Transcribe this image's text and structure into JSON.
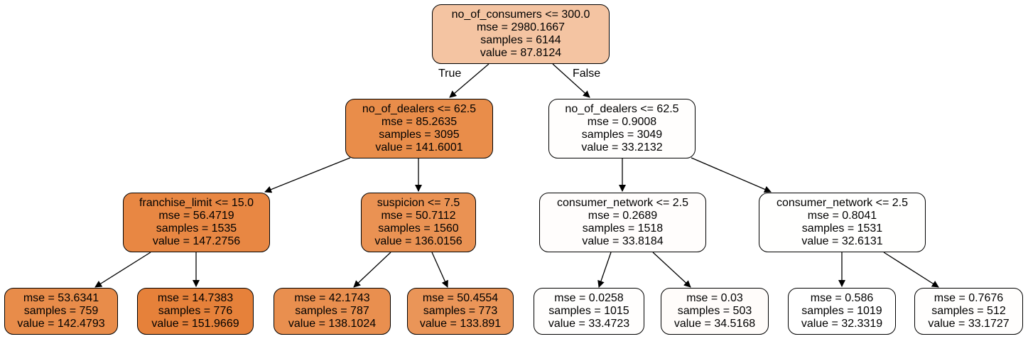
{
  "edge_labels": {
    "true": "True",
    "false": "False"
  },
  "nodes": [
    {
      "id": "n0",
      "fill": "#f4c4a2",
      "lines": [
        "no_of_consumers <= 300.0",
        "mse = 2980.1667",
        "samples = 6144",
        "value = 87.8124"
      ]
    },
    {
      "id": "n1",
      "fill": "#e98d4a",
      "lines": [
        "no_of_dealers <= 62.5",
        "mse = 85.2635",
        "samples = 3095",
        "value = 141.6001"
      ]
    },
    {
      "id": "n2",
      "fill": "#fffefd",
      "lines": [
        "no_of_dealers <= 62.5",
        "mse = 0.9008",
        "samples = 3049",
        "value = 33.2132"
      ]
    },
    {
      "id": "n3",
      "fill": "#e88743",
      "lines": [
        "franchise_limit <= 15.0",
        "mse = 56.4719",
        "samples = 1535",
        "value = 147.2756"
      ]
    },
    {
      "id": "n4",
      "fill": "#ea9253",
      "lines": [
        "suspicion <= 7.5",
        "mse = 50.7112",
        "samples = 1560",
        "value = 136.0156"
      ]
    },
    {
      "id": "n5",
      "fill": "#fffdfc",
      "lines": [
        "consumer_network <= 2.5",
        "mse = 0.2689",
        "samples = 1518",
        "value = 33.8184"
      ]
    },
    {
      "id": "n6",
      "fill": "#fffffe",
      "lines": [
        "consumer_network <= 2.5",
        "mse = 0.8041",
        "samples = 1531",
        "value = 32.6131"
      ]
    },
    {
      "id": "n7",
      "fill": "#e88c4a",
      "lines": [
        "mse = 53.6341",
        "samples = 759",
        "value = 142.4793"
      ]
    },
    {
      "id": "n8",
      "fill": "#e6813a",
      "lines": [
        "mse = 14.7383",
        "samples = 776",
        "value = 151.9669"
      ]
    },
    {
      "id": "n9",
      "fill": "#e98f4f",
      "lines": [
        "mse = 42.1743",
        "samples = 787",
        "value = 138.1024"
      ]
    },
    {
      "id": "n10",
      "fill": "#ea9558",
      "lines": [
        "mse = 50.4554",
        "samples = 773",
        "value = 133.891"
      ]
    },
    {
      "id": "n11",
      "fill": "#fffefd",
      "lines": [
        "mse = 0.0258",
        "samples = 1015",
        "value = 33.4723"
      ]
    },
    {
      "id": "n12",
      "fill": "#fffcfa",
      "lines": [
        "mse = 0.03",
        "samples = 503",
        "value = 34.5168"
      ]
    },
    {
      "id": "n13",
      "fill": "#ffffff",
      "lines": [
        "mse = 0.586",
        "samples = 1019",
        "value = 32.3319"
      ]
    },
    {
      "id": "n14",
      "fill": "#fffefd",
      "lines": [
        "mse = 0.7676",
        "samples = 512",
        "value = 33.1727"
      ]
    }
  ],
  "edges": [
    {
      "from": "n0",
      "to": "n1",
      "label": "true"
    },
    {
      "from": "n0",
      "to": "n2",
      "label": "false"
    },
    {
      "from": "n1",
      "to": "n3"
    },
    {
      "from": "n1",
      "to": "n4"
    },
    {
      "from": "n2",
      "to": "n5"
    },
    {
      "from": "n2",
      "to": "n6"
    },
    {
      "from": "n3",
      "to": "n7"
    },
    {
      "from": "n3",
      "to": "n8"
    },
    {
      "from": "n4",
      "to": "n9"
    },
    {
      "from": "n4",
      "to": "n10"
    },
    {
      "from": "n5",
      "to": "n11"
    },
    {
      "from": "n5",
      "to": "n12"
    },
    {
      "from": "n6",
      "to": "n13"
    },
    {
      "from": "n6",
      "to": "n14"
    }
  ]
}
